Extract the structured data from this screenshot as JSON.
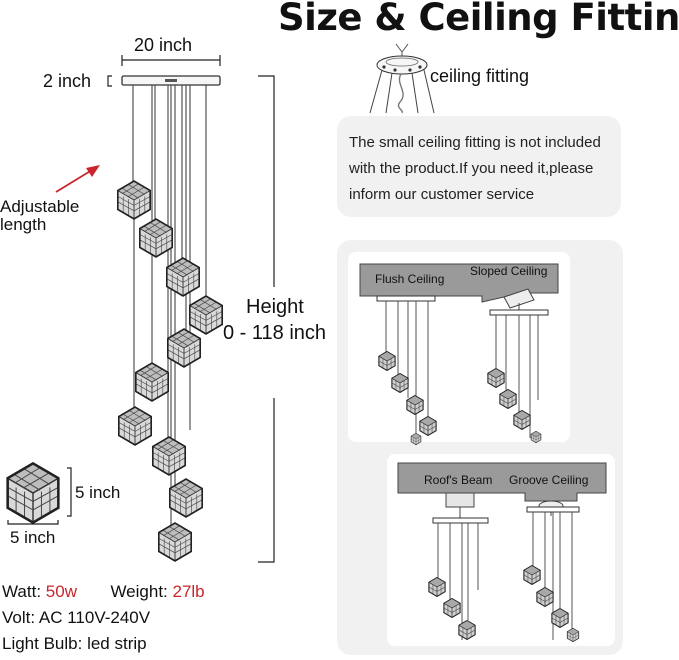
{
  "title": "Size & Ceiling Fitting",
  "dimensions": {
    "width": "20 inch",
    "canopy_height": "2 inch",
    "adjustable_label_line1": "Adjustable",
    "adjustable_label_line2": "length",
    "height_label": "Height",
    "height_value": "0 - 118 inch",
    "shade_height": "5 inch",
    "shade_width": "5 inch"
  },
  "ceiling_fitting": {
    "label": "ceiling fitting",
    "note_lines": [
      "The small ceiling fitting is not included",
      "with the product.If you need it,please",
      "inform our customer service"
    ]
  },
  "ceiling_types": {
    "flush": "Flush Ceiling",
    "sloped": "Sloped Ceiling",
    "beam": "Roof's Beam",
    "groove": "Groove Ceiling"
  },
  "specs": {
    "watt_label": "Watt:",
    "watt_value": "50w",
    "weight_label": "Weight:",
    "weight_value": "27lb",
    "volt_label": "Volt:",
    "volt_value": "AC 110V-240V",
    "bulb_label": "Light Bulb:",
    "bulb_value": "led strip"
  },
  "colors": {
    "accent_red": "#c8262c",
    "panel_bg": "#f1f1f1",
    "ceiling_gray": "#9a9a9a"
  }
}
